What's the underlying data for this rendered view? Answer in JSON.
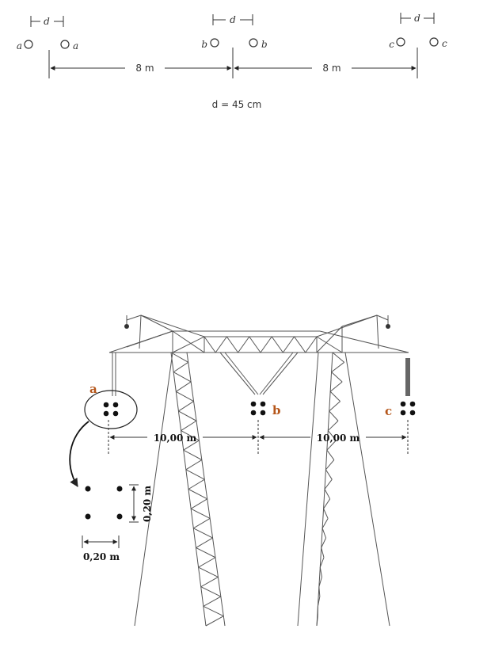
{
  "top_diagram": {
    "d_symbol": "d",
    "phases": [
      {
        "left": "a",
        "right": "a"
      },
      {
        "left": "b",
        "right": "b"
      },
      {
        "left": "c",
        "right": "c"
      }
    ],
    "spacings": [
      "8 m",
      "8 m"
    ],
    "spacing_note": "d = 45 cm"
  },
  "tower_diagram": {
    "phases": [
      "a",
      "b",
      "c"
    ],
    "phase_color": "#b5561a",
    "phase_spacings": [
      "10,00 m",
      "10,00 m"
    ],
    "bundle_vertical": "0,20 m",
    "bundle_horizontal": "0,20 m"
  }
}
